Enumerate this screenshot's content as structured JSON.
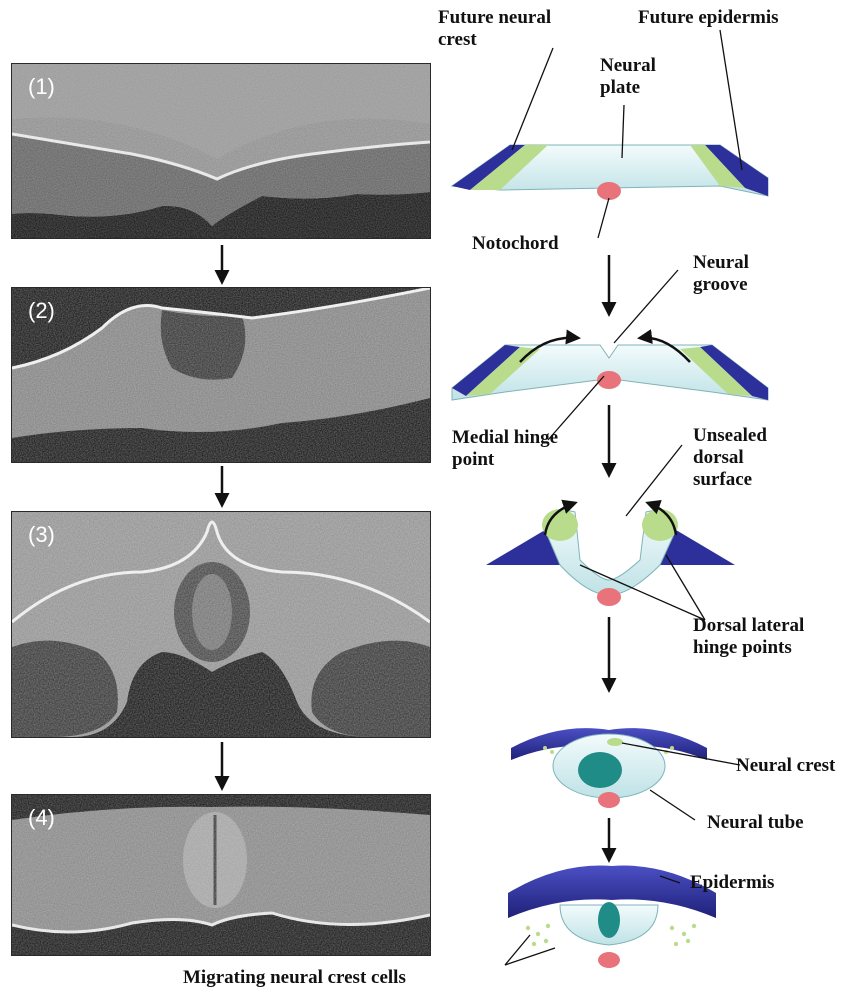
{
  "panels": [
    {
      "label": "(1)"
    },
    {
      "label": "(2)"
    },
    {
      "label": "(3)"
    },
    {
      "label": "(4)"
    }
  ],
  "labels": {
    "future_neural_crest": "Future neural\ncrest",
    "future_epidermis": "Future epidermis",
    "neural_plate": "Neural\nplate",
    "notochord": "Notochord",
    "neural_groove": "Neural\ngroove",
    "medial_hinge_point": "Medial hinge\npoint",
    "unsealed_dorsal_surface": "Unsealed\ndorsal\nsurface",
    "dorsal_lateral_hinge_points": "Dorsal lateral\nhinge points",
    "neural_crest": "Neural crest",
    "neural_tube": "Neural tube",
    "epidermis": "Epidermis",
    "migrating_neural_crest_cells": "Migrating neural crest cells"
  },
  "colors": {
    "epidermis": "#2d2f9a",
    "neural_crest": "#b9dc8c",
    "neural_plate": "#dff4f6",
    "notochord": "#e8737a",
    "neural_tube_lumen": "#1f8c88"
  }
}
